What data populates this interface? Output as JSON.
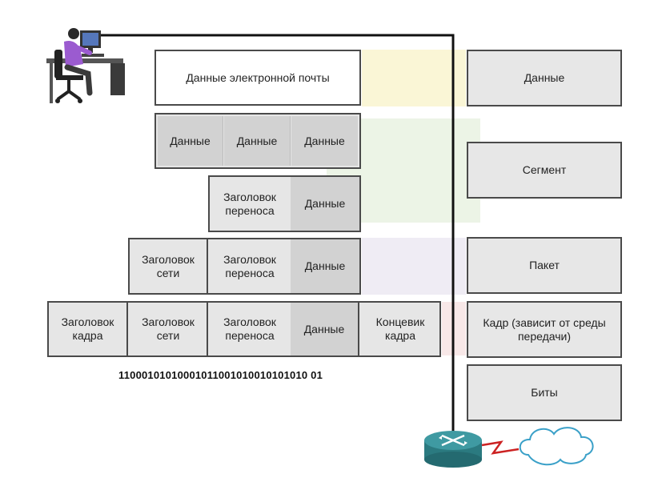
{
  "encapsulation": {
    "email_data": "Данные электронной почты",
    "data_row": [
      "Данные",
      "Данные",
      "Данные"
    ],
    "segment_row": {
      "transport_header": "Заголовок переноса",
      "data": "Данные"
    },
    "packet_row": {
      "network_header": "Заголовок сети",
      "transport_header": "Заголовок переноса",
      "data": "Данные"
    },
    "frame_row": {
      "frame_header": "Заголовок кадра",
      "network_header": "Заголовок сети",
      "transport_header": "Заголовок переноса",
      "data": "Данные",
      "trailer": "Концевик кадра"
    },
    "bits": "11000101010001011001010010101010 01"
  },
  "pdu_layers": [
    "Данные",
    "Сегмент",
    "Пакет",
    "Кадр (зависит от среды передачи)",
    "Биты"
  ],
  "colors": {
    "data_band": "#f6efb4",
    "segment_band": "#dcebd2",
    "packet_band": "#e2dceb",
    "frame_band": "#f3d6d6",
    "link_line": "#111111",
    "serial_link": "#cc2222",
    "router": "#2f7f86",
    "cloud": "#3aa0c8"
  },
  "icons": [
    "computer-user-icon",
    "router-icon",
    "cloud-icon"
  ]
}
